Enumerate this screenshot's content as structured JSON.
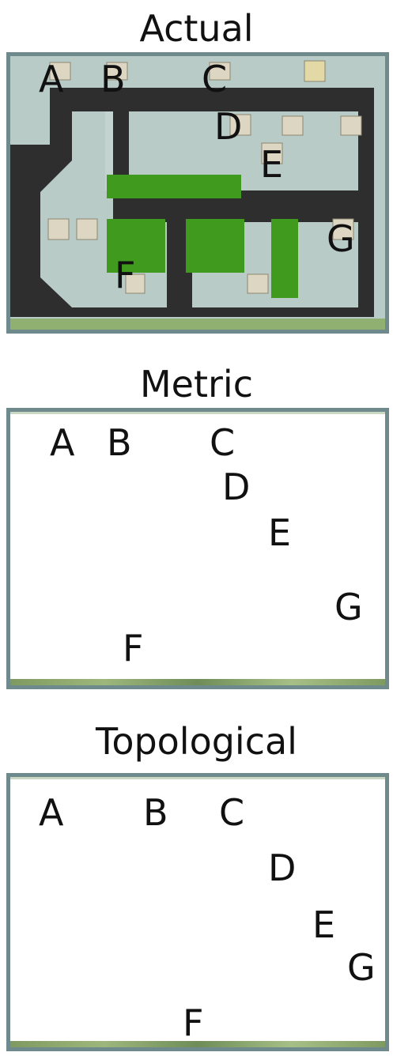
{
  "actual": {
    "title": "Actual",
    "labels": [
      "A",
      "B",
      "C",
      "D",
      "E",
      "F",
      "G"
    ]
  },
  "metric": {
    "title": "Metric",
    "labels": [
      "A",
      "B",
      "C",
      "D",
      "E",
      "F",
      "G"
    ]
  },
  "topological": {
    "title": "Topological",
    "labels": [
      "A",
      "B",
      "C",
      "D",
      "E",
      "F",
      "G"
    ]
  },
  "colors": {
    "road": "#2e2e2e",
    "ground": "#b9cbc7",
    "grass": "#3f9a1e",
    "building": "#ddd6c2",
    "frame": "#6f8a8c"
  }
}
